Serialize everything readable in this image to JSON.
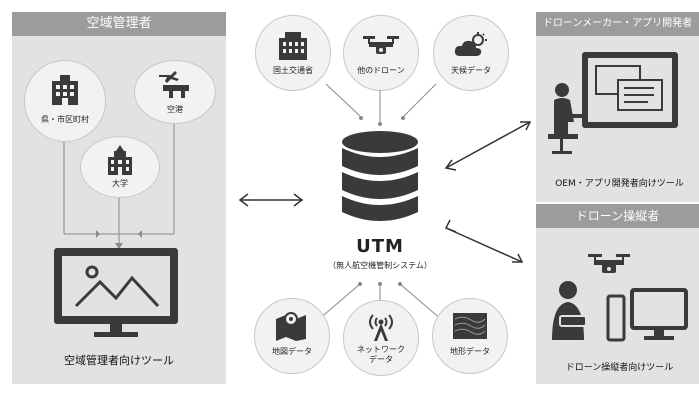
{
  "left_panel": {
    "title": "空域管理者",
    "nodes": [
      {
        "label": "県・市区町村",
        "icon": "government-building-icon"
      },
      {
        "label": "空港",
        "icon": "airport-icon"
      },
      {
        "label": "大学",
        "icon": "university-icon"
      }
    ],
    "tool_label": "空域管理者向けツール"
  },
  "center": {
    "top_nodes": [
      {
        "label": "国土交通省",
        "icon": "ministry-building-icon"
      },
      {
        "label": "他のドローン",
        "icon": "drone-icon"
      },
      {
        "label": "天候データ",
        "icon": "weather-icon"
      }
    ],
    "utm_title": "UTM",
    "utm_subtitle": "（無人航空機管制システム）",
    "bottom_nodes": [
      {
        "label": "地図データ",
        "icon": "map-icon"
      },
      {
        "label": "ネットワーク\nデータ",
        "icon": "antenna-icon"
      },
      {
        "label": "地形データ",
        "icon": "terrain-icon"
      }
    ]
  },
  "right_top": {
    "title": "ドローンメーカー・アプリ開発者",
    "tool_label": "OEM・アプリ開発者向けツール"
  },
  "right_bottom": {
    "title": "ドローン操縦者",
    "tool_label": "ドローン操縦者向けツール"
  },
  "colors": {
    "panel_bg": "#e2e2e2",
    "header_bg": "#9c9c9c",
    "icon_dark": "#3a3a3a",
    "line": "#8a8a8a"
  }
}
